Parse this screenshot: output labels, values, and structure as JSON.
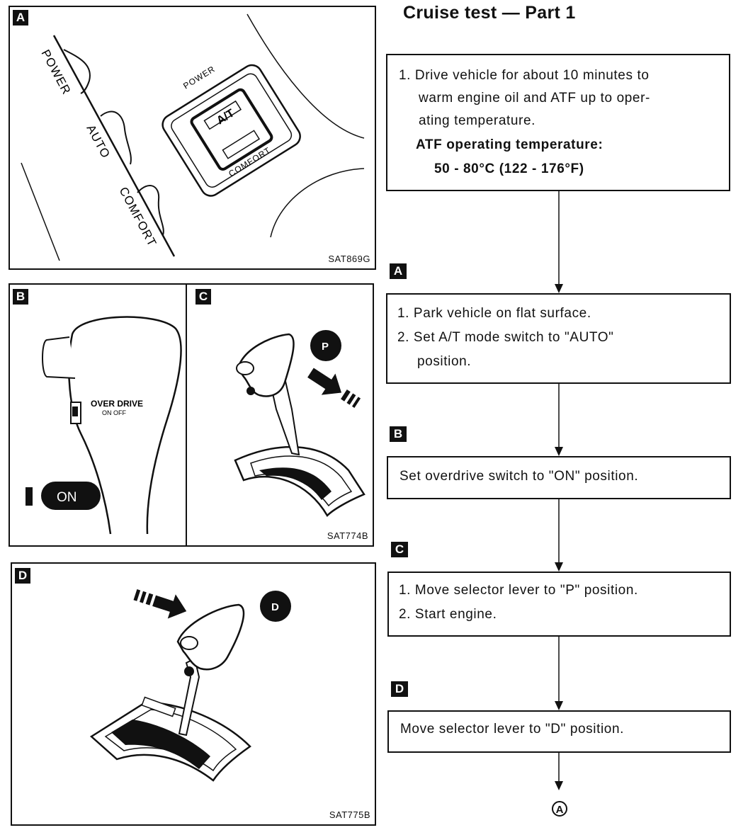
{
  "title": "Cruise test — Part 1",
  "figures": {
    "A": {
      "tag": "A",
      "code": "SAT869G",
      "labels": {
        "power": "POWER",
        "auto": "AUTO",
        "comfort": "COMFORT",
        "sw_power": "POWER",
        "sw_at": "A/T",
        "sw_comfort": "COMFORT"
      }
    },
    "B": {
      "tag": "B",
      "labels": {
        "overdrive": "OVER DRIVE",
        "onoff": "ON  OFF",
        "on_button": "ON"
      }
    },
    "C": {
      "tag": "C",
      "code": "SAT774B",
      "labels": {
        "p_circle": "P"
      }
    },
    "D": {
      "tag": "D",
      "code": "SAT775B",
      "labels": {
        "d_circle": "D"
      }
    }
  },
  "flow": {
    "box1": {
      "lines": [
        "1. Drive vehicle for about 10 minutes to",
        "warm engine oil and ATF up to oper-",
        "ating temperature."
      ],
      "bold1": "ATF operating temperature:",
      "bold2": "50 - 80°C (122 - 176°F)"
    },
    "tagA": "A",
    "box2": {
      "lines": [
        "1. Park vehicle on flat surface.",
        "2. Set A/T mode switch to \"AUTO\"",
        "position."
      ]
    },
    "tagB": "B",
    "box3": {
      "lines": [
        "Set overdrive switch to \"ON\" position."
      ]
    },
    "tagC": "C",
    "box4": {
      "lines": [
        "1. Move selector lever to \"P\" position.",
        "2. Start engine."
      ]
    },
    "tagD": "D",
    "box5": {
      "lines": [
        "Move selector lever to \"D\" position."
      ]
    },
    "end": "A"
  }
}
